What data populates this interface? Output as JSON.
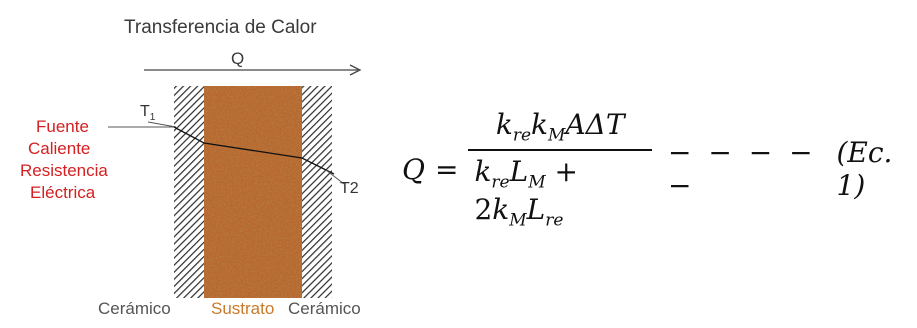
{
  "title": "Transferencia de Calor",
  "heat_label": "Q",
  "heat_source": [
    "Fuente",
    "Caliente",
    "Resistencia",
    "Eléctrica"
  ],
  "t1_label": "T",
  "t1_sub": "1",
  "t2_label": "T2",
  "layers": {
    "left": "Cerámico",
    "middle": "Sustrato",
    "right": "Cerámico"
  },
  "equation": {
    "lhs": "Q",
    "num": {
      "k1": "k",
      "k1_sub": "re",
      "k2": "k",
      "k2_sub": "M",
      "rest": "AΔT"
    },
    "den": {
      "a": "k",
      "a_sub": "re",
      "b": "L",
      "b_sub": "M",
      "plus": "+ 2",
      "c": "k",
      "c_sub": "M",
      "d": "L",
      "d_sub": "re"
    },
    "dashes": "− − − − −",
    "ref": "(Ec. 1)"
  },
  "colors": {
    "source_text": "#d42020",
    "substrate": "#b8682e",
    "hatch": "#2c2c2c"
  }
}
